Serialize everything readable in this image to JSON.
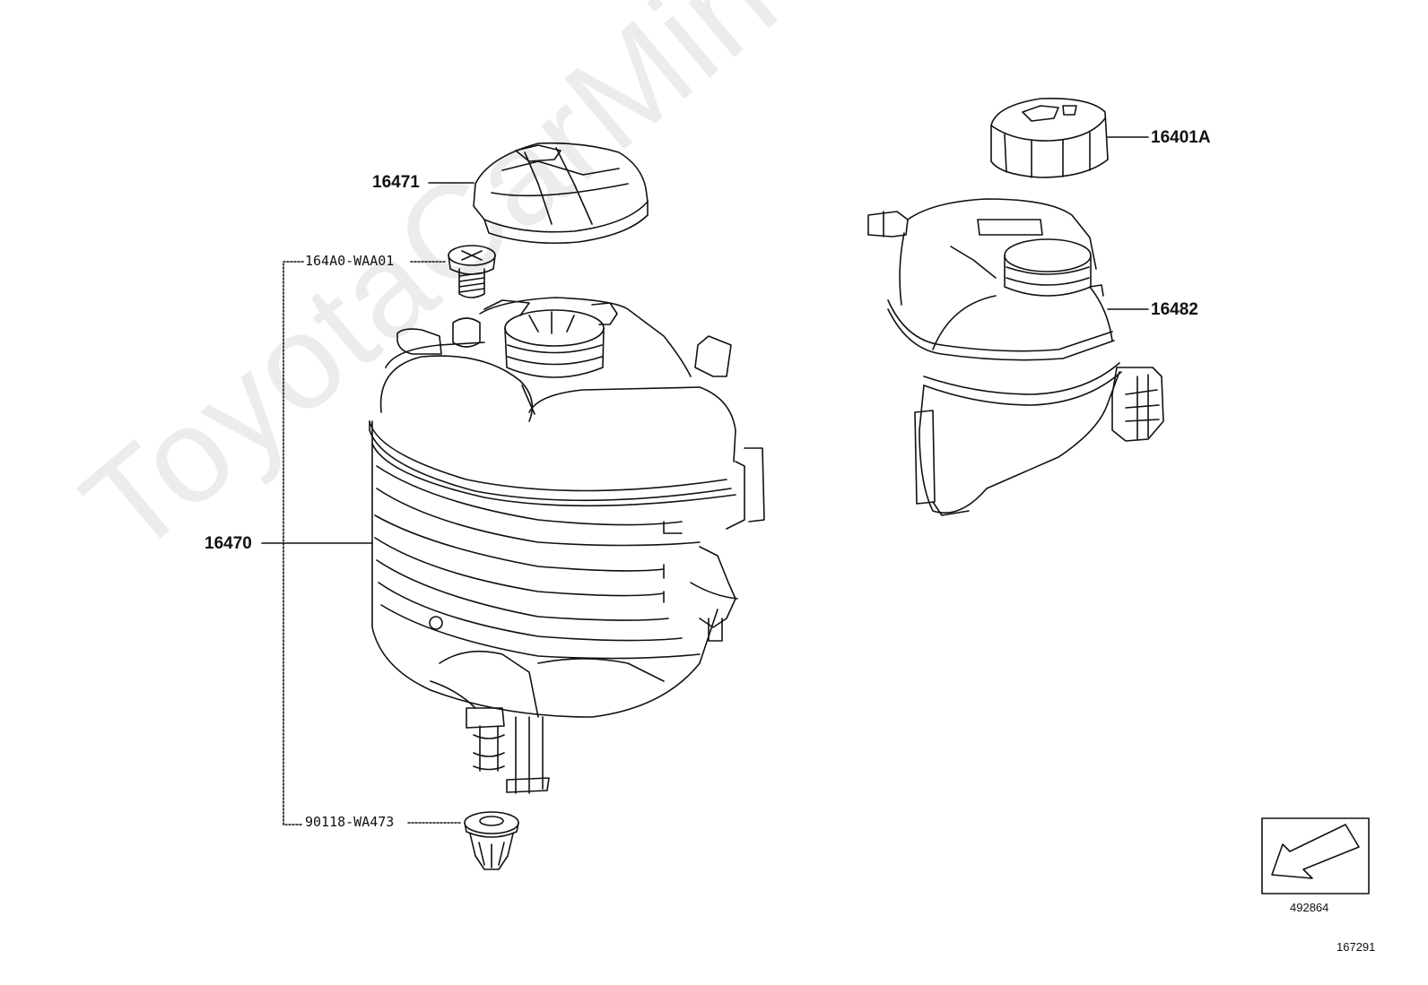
{
  "watermark": "ToyotaCarMine.ru",
  "callouts": {
    "p16471": "16471",
    "p164A0": "164A0-WAA01",
    "p16470": "16470",
    "p90118": "90118-WA473",
    "p16401A": "16401A",
    "p16482": "16482"
  },
  "view_reference": "492864",
  "figure_number": "167291",
  "colors": {
    "line": "#111111",
    "background": "#ffffff"
  },
  "icons": {
    "view_arrow": "arrow-down-left-icon"
  }
}
